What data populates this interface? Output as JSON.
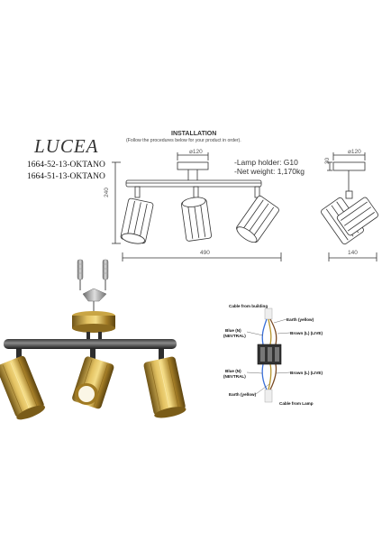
{
  "product": {
    "title": "LUCEA",
    "codes": [
      "1664-52-13-OKTANO",
      "1664-51-13-OKTANO"
    ]
  },
  "installation": {
    "heading": "INSTALLATION",
    "subheading": "(Follow the procedures below for your product in order)."
  },
  "specs": {
    "lamp_holder": "-Lamp holder: G10",
    "net_weight": "-Net weight: 1,170kg"
  },
  "dimensions": {
    "front_base_diameter": "120",
    "height": "240",
    "width": "490",
    "side_base_diameter": "120",
    "side_height": "30",
    "side_width": "140"
  },
  "wiring": {
    "cable_building": "Cable from building",
    "earth_top": "Earth (yellow)",
    "blue_top_1": "Blue (N)",
    "blue_top_2": "(NEVTRAL)",
    "brown_top": "Brown (L) (LIVE)",
    "blue_bottom_1": "Blue (N)",
    "blue_bottom_2": "(NEVTRAL)",
    "brown_bottom": "Brown (L) (LIVE)",
    "earth_bottom": "Earth (yellow)",
    "cable_lamp": "Cable from Lamp"
  }
}
